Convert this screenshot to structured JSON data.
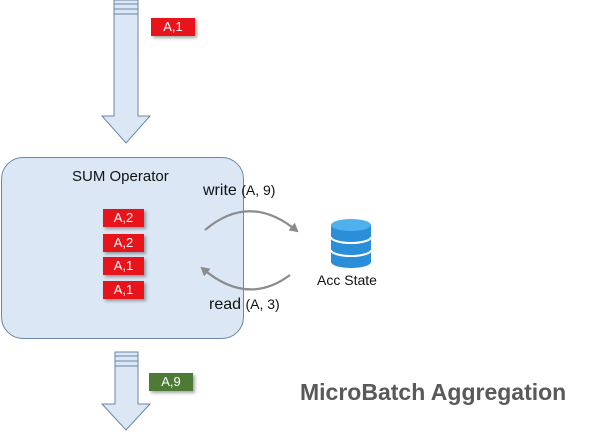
{
  "operator": {
    "title": "SUM Operator",
    "fill": "#dbe7f4",
    "border": "#6a86a8"
  },
  "input_record": {
    "label": "A,1",
    "color": "#e8141c"
  },
  "buffered_records": [
    {
      "label": "A,2",
      "color": "#e8141c"
    },
    {
      "label": "A,2",
      "color": "#e8141c"
    },
    {
      "label": "A,1",
      "color": "#e8141c"
    },
    {
      "label": "A,1",
      "color": "#e8141c"
    }
  ],
  "output_record": {
    "label": "A,9",
    "color": "#4d7a35"
  },
  "write_edge": {
    "word": "write",
    "pair": "(A, 9)"
  },
  "read_edge": {
    "word": "read",
    "pair": "(A, 3)"
  },
  "state_store": {
    "label": "Acc State",
    "icon": "database-icon",
    "color": "#2a8fd8"
  },
  "caption": "MicroBatch Aggregation",
  "colors": {
    "arrow_fill": "#dbe7f4",
    "arrow_stroke": "#6a86a8",
    "edge_stroke": "#8c8c8c",
    "caption": "#595959"
  }
}
